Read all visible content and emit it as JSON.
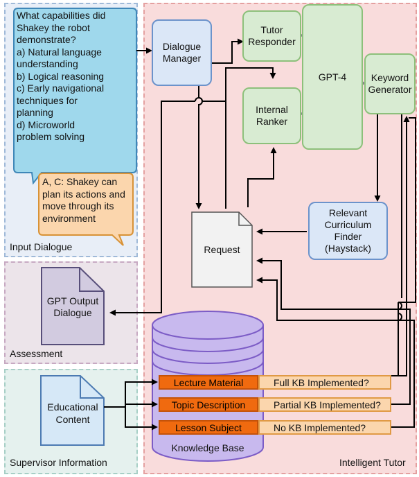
{
  "regions": {
    "input_dialogue": "Input Dialogue",
    "assessment": "Assessment",
    "supervisor_information": "Supervisor Information",
    "intelligent_tutor": "Intelligent Tutor"
  },
  "question_bubble": {
    "lines": [
      "What capabilities did",
      "Shakey the robot",
      "demonstrate?",
      "a) Natural language",
      "understanding",
      "b) Logical reasoning",
      "c) Early navigational",
      "techniques for",
      "planning",
      "d) Microworld",
      "problem solving"
    ]
  },
  "answer_bubble": {
    "lines": [
      "A, C: Shakey can",
      "plan its actions and",
      "move through its",
      "environment"
    ]
  },
  "nodes": {
    "dialogue_manager": [
      "Dialogue",
      "Manager"
    ],
    "tutor_responder": [
      "Tutor",
      "Responder"
    ],
    "internal_ranker": [
      "Internal",
      "Ranker"
    ],
    "gpt4": "GPT-4",
    "keyword_generator": [
      "Keyword",
      "Generator"
    ],
    "curriculum_finder": [
      "Relevant",
      "Curriculum",
      "Finder",
      "(Haystack)"
    ],
    "request": "Request",
    "gpt_output_dialogue": [
      "GPT Output",
      "Dialogue"
    ],
    "educational_content": [
      "Educational",
      "Content"
    ],
    "knowledge_base": "Knowledge Base"
  },
  "kb_rows": [
    {
      "name": "Lecture Material",
      "status": "Full KB Implemented?"
    },
    {
      "name": "Topic Description",
      "status": "Partial KB Implemented?"
    },
    {
      "name": "Lesson Subject",
      "status": "No KB Implemented?"
    }
  ],
  "colors": {
    "input_region": "#e8eef7",
    "assessment_region": "#ece4ea",
    "supervisor_region": "#e5f1ee",
    "tutor_region": "#f9dcdc",
    "green_node": "#d8ebd2",
    "blue_node": "#dbe7f7",
    "question_bubble": "#9fd8ec",
    "answer_bubble": "#fbd6ad",
    "kb_cylinder": "#c8b9ee",
    "kb_label": "#f06a0f"
  }
}
